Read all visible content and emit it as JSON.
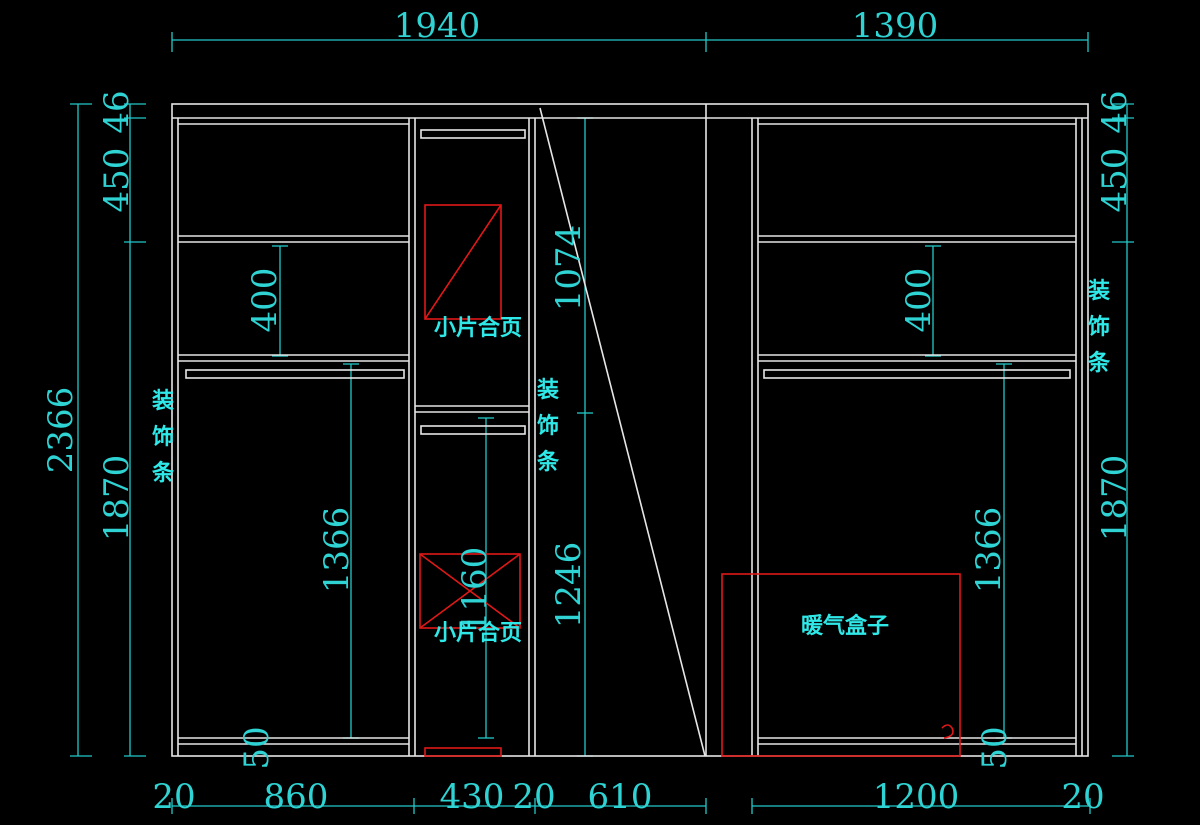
{
  "drawing": {
    "top_dims": [
      "1940",
      "1390"
    ],
    "left_dims": [
      "2366",
      "1870",
      "450",
      "46"
    ],
    "right_dims": [
      "46",
      "450",
      "1870"
    ],
    "bottom_dims": [
      "20",
      "860",
      "430",
      "20",
      "610",
      "1200",
      "20"
    ],
    "inner_dims": {
      "shelf_left": "400",
      "hang_left": "1366",
      "base_left": "50",
      "upper_mid": "1074",
      "lower_mid": "1246",
      "hang_mid": "1160",
      "shelf_right": "400",
      "hang_right": "1366",
      "base_right": "50"
    },
    "labels": {
      "trim_left": "装\n饰\n条",
      "trim_mid": "装\n饰\n条",
      "trim_right": "装\n饰\n条",
      "hinge_upper": "小片合页",
      "hinge_lower": "小片合页",
      "heater_box": "暖气盒子"
    },
    "colors": {
      "background": "#000000",
      "dimension": "#2fd3d3",
      "outline": "#e6e6e6",
      "accent": "#e01818"
    }
  }
}
